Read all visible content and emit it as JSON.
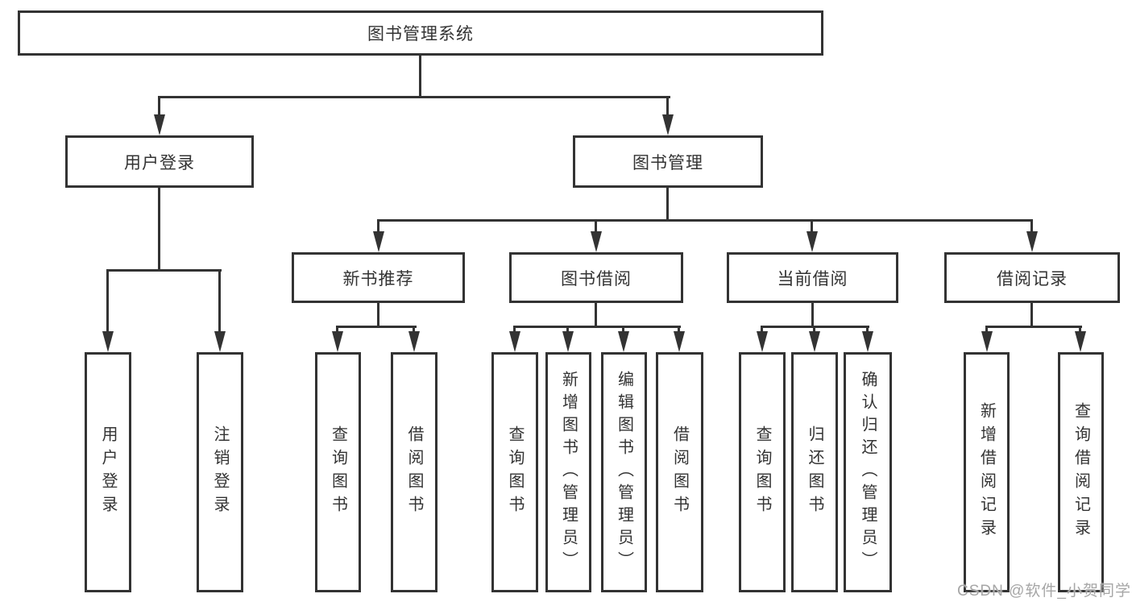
{
  "title": "图书管理系统",
  "level2": [
    {
      "label": "用户登录"
    },
    {
      "label": "图书管理"
    }
  ],
  "level3": [
    {
      "label": "新书推荐"
    },
    {
      "label": "图书借阅"
    },
    {
      "label": "当前借阅"
    },
    {
      "label": "借阅记录"
    }
  ],
  "leaves": {
    "login": [
      "用户登录",
      "注销登录"
    ],
    "recommend": [
      "查询图书",
      "借阅图书"
    ],
    "borrow": [
      "查询图书",
      "新增图书（管理员）",
      "编辑图书（管理员）",
      "借阅图书"
    ],
    "current": [
      "查询图书",
      "归还图书",
      "确认归还（管理员）"
    ],
    "records": [
      "新增借阅记录",
      "查询借阅记录"
    ]
  },
  "watermark": "CSDN @软件_小贺同学",
  "colors": {
    "line": "#333333",
    "text": "#333333",
    "watermark": "#a6a6a6",
    "background": "#ffffff"
  }
}
